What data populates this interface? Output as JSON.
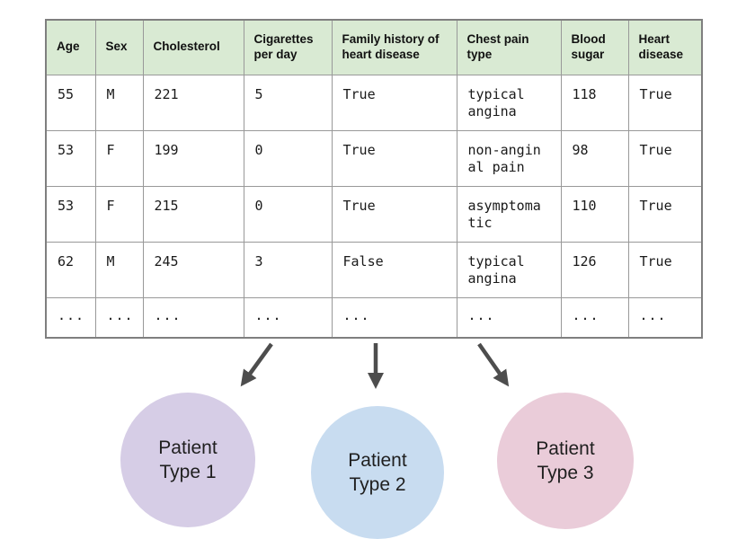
{
  "diagram": {
    "table": {
      "headers": [
        "Age",
        "Sex",
        "Cholesterol",
        "Cigarettes per day",
        "Family history of heart disease",
        "Chest pain type",
        "Blood sugar",
        "Heart disease"
      ],
      "rows": [
        [
          "55",
          "M",
          "221",
          "5",
          "True",
          "typical\nangina",
          "118",
          "True"
        ],
        [
          "53",
          "F",
          "199",
          "0",
          "True",
          "non-angin\nal pain",
          "98",
          "True"
        ],
        [
          "53",
          "F",
          "215",
          "0",
          "True",
          "asymptoma\ntic",
          "110",
          "True"
        ],
        [
          "62",
          "M",
          "245",
          "3",
          "False",
          "typical\nangina",
          "126",
          "True"
        ],
        [
          "...",
          "...",
          "...",
          "...",
          "...",
          "...",
          "...",
          "..."
        ]
      ]
    },
    "clusters": [
      {
        "label": "Patient Type 1",
        "color": "#d6cde6"
      },
      {
        "label": "Patient Type 2",
        "color": "#c8dcf0"
      },
      {
        "label": "Patient Type 3",
        "color": "#eaccd9"
      }
    ],
    "colors": {
      "header_bg": "#d9ead3",
      "arrow": "#4d4d4d",
      "border": "#999999"
    }
  }
}
